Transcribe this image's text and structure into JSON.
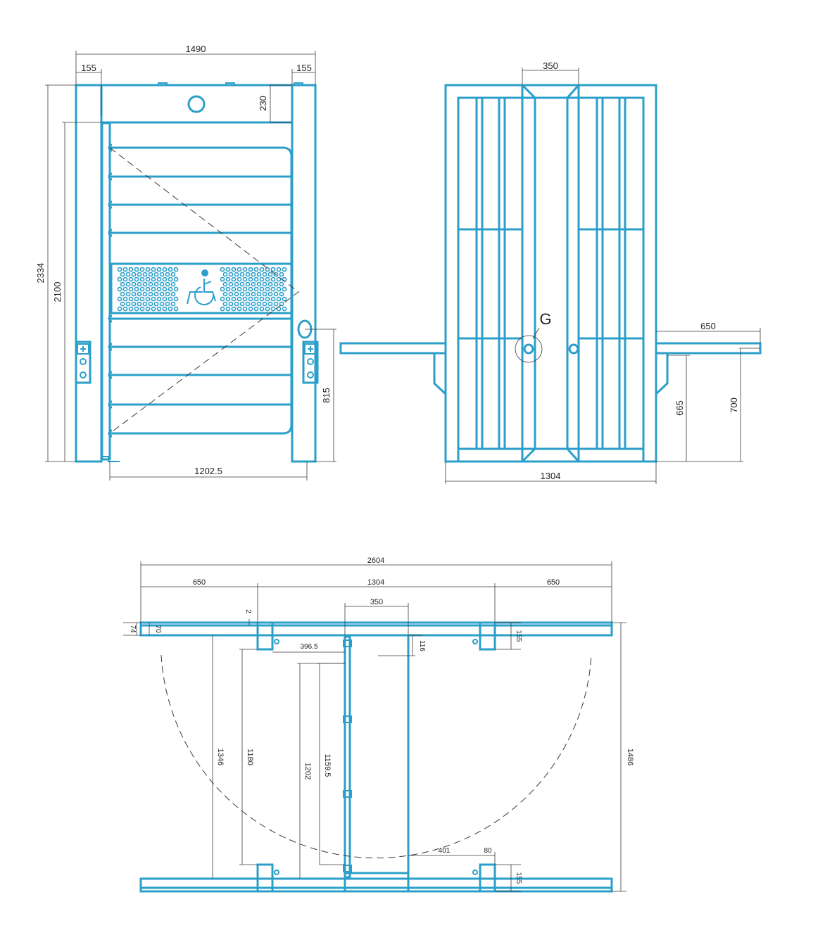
{
  "front_view": {
    "dims": {
      "overall_width": "1490",
      "left_post": "155",
      "right_post": "155",
      "top_beam": "230",
      "overall_height": "2334",
      "gate_height": "2100",
      "handle_height": "815",
      "gate_width": "1202.5"
    },
    "colors": {
      "structure": "#2b9fc9",
      "dimension": "#3a3a3a"
    },
    "icons": [
      "wheelchair-accessibility-icon"
    ]
  },
  "side_view": {
    "dims": {
      "center_width": "350",
      "overall_width": "1304",
      "arm_length": "650",
      "arm_support_height": "665",
      "arm_height": "700"
    },
    "detail_label": "G"
  },
  "plan_view": {
    "dims": {
      "overall_length": "2604",
      "left_arm": "650",
      "center_span": "1304",
      "right_arm": "650",
      "center_width": "350",
      "gap": "2",
      "rail_outer": "74",
      "rail_inner": "70",
      "post_depth_top": "155",
      "hinge_offset": "396.5",
      "hinge_depth": "116",
      "depth_1346": "1346",
      "depth_1180": "1180",
      "depth_1202": "1202",
      "depth_1159": "1159.5",
      "overall_depth": "1486",
      "offset_401": "401",
      "offset_80": "80",
      "post_depth_bottom": "155"
    }
  }
}
